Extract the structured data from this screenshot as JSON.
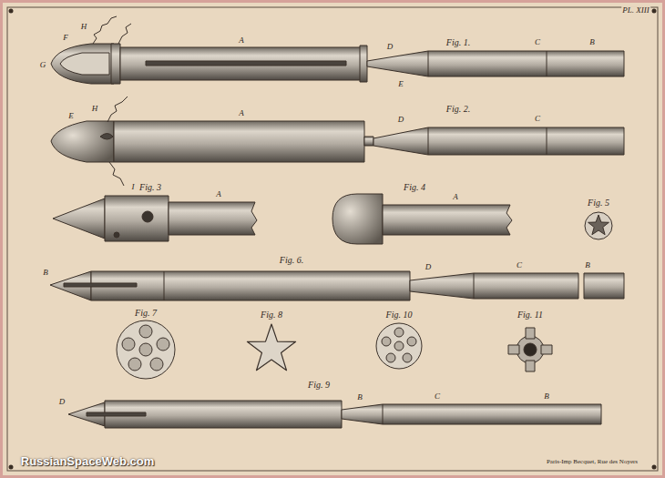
{
  "diagram": {
    "labels": [
      "PL. XIII",
      "Fig. 1.",
      "H",
      "F",
      "G",
      "A",
      "D",
      "E",
      "C",
      "B",
      "Fig. 2.",
      "H",
      "E",
      "A",
      "D",
      "C",
      "I",
      "Fig. 3",
      "A",
      "Fig. 4",
      "A",
      "Fig. 5",
      "Fig. 6.",
      "B",
      "D",
      "C",
      "B",
      "Fig. 7",
      "Fig. 8",
      "Fig. 10",
      "Fig. 11",
      "Fig. 9",
      "D",
      "B",
      "C",
      "B",
      "RussianSpaceWeb.com",
      "Paris-Imp Becquet, Rue des Noyers"
    ]
  }
}
